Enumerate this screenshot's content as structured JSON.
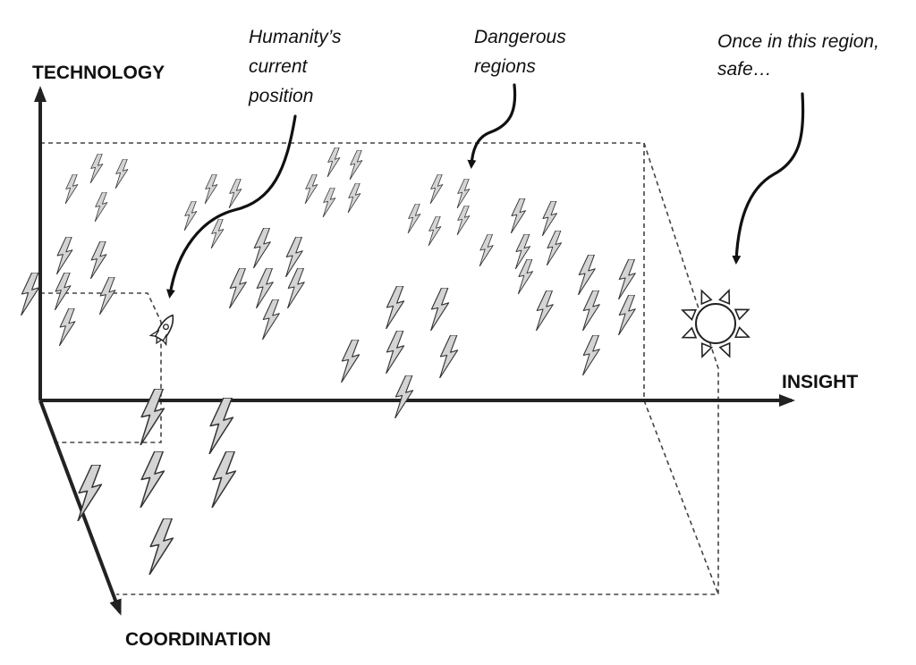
{
  "axes": {
    "technology": "TECHNOLOGY",
    "insight": "INSIGHT",
    "coordination": "COORDINATION"
  },
  "annotations": {
    "humanity": [
      "Humanity’s",
      "current",
      "position"
    ],
    "dangerous": [
      "Dangerous",
      "regions"
    ],
    "safe": [
      "Once in this region,",
      "safe…"
    ]
  },
  "icons": {
    "hazard": "lightning-bolt-icon",
    "current_position": "rocket-icon",
    "safe_region": "sun-icon"
  }
}
